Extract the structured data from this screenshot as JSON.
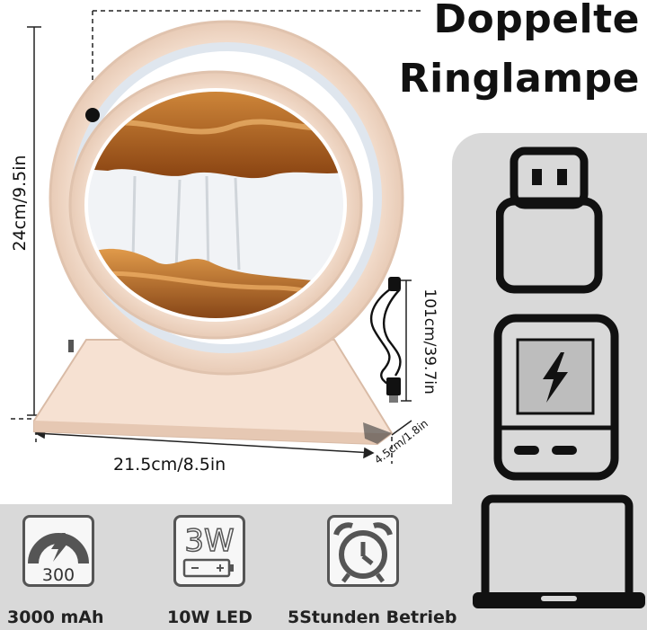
{
  "title": {
    "line1": "Doppelte",
    "line2": "Ringlampe"
  },
  "dimensions": {
    "height": "24cm/9.5in",
    "width": "21.5cm/8.5in",
    "depth": "4.5cm/1.8in",
    "cable": "101cm/39.7in"
  },
  "features": [
    {
      "icon": "battery-gauge-icon",
      "icon_text": "300",
      "label": "3000 mAh"
    },
    {
      "icon": "led-battery-icon",
      "icon_text": "3W",
      "label": "10W LED"
    },
    {
      "icon": "alarm-clock-icon",
      "icon_text": "",
      "label": "5Stunden Betrieb"
    }
  ],
  "power_icons": [
    "usb-plug-icon",
    "power-bank-icon",
    "laptop-icon"
  ],
  "colors": {
    "frame": "#f6e1d2",
    "sand": "#b8651f",
    "panel": "#d9d9d9",
    "icon": "#111111"
  }
}
